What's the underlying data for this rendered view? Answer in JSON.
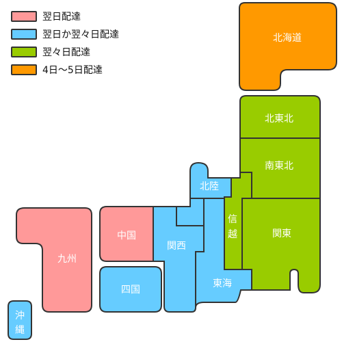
{
  "colors": {
    "next_day": "#FF9999",
    "next_or_day_after": "#66CCFF",
    "day_after": "#99CC00",
    "four_five_days": "#FF9900"
  },
  "legend": [
    {
      "label": "翌日配達",
      "color": "#FF9999"
    },
    {
      "label": "翌日か翌々日配達",
      "color": "#66CCFF"
    },
    {
      "label": "翌々日配達",
      "color": "#99CC00"
    },
    {
      "label": "4日〜5日配達",
      "color": "#FF9900"
    }
  ],
  "regions": {
    "hokkaido": {
      "label": "北海道",
      "color": "#FF9900"
    },
    "kita_tohoku": {
      "label": "北東北",
      "color": "#99CC00"
    },
    "minami_tohoku": {
      "label": "南東北",
      "color": "#99CC00"
    },
    "kanto": {
      "label": "関東",
      "color": "#99CC00"
    },
    "shinetsu": {
      "label": "信越",
      "color": "#99CC00"
    },
    "hokuriku": {
      "label": "北陸",
      "color": "#66CCFF"
    },
    "tokai": {
      "label": "東海",
      "color": "#66CCFF"
    },
    "kansai": {
      "label": "関西",
      "color": "#66CCFF"
    },
    "chugoku": {
      "label": "中国",
      "color": "#FF9999"
    },
    "shikoku": {
      "label": "四国",
      "color": "#66CCFF"
    },
    "kyushu": {
      "label": "九州",
      "color": "#FF9999"
    },
    "okinawa": {
      "label": "沖縄",
      "color": "#66CCFF"
    }
  }
}
